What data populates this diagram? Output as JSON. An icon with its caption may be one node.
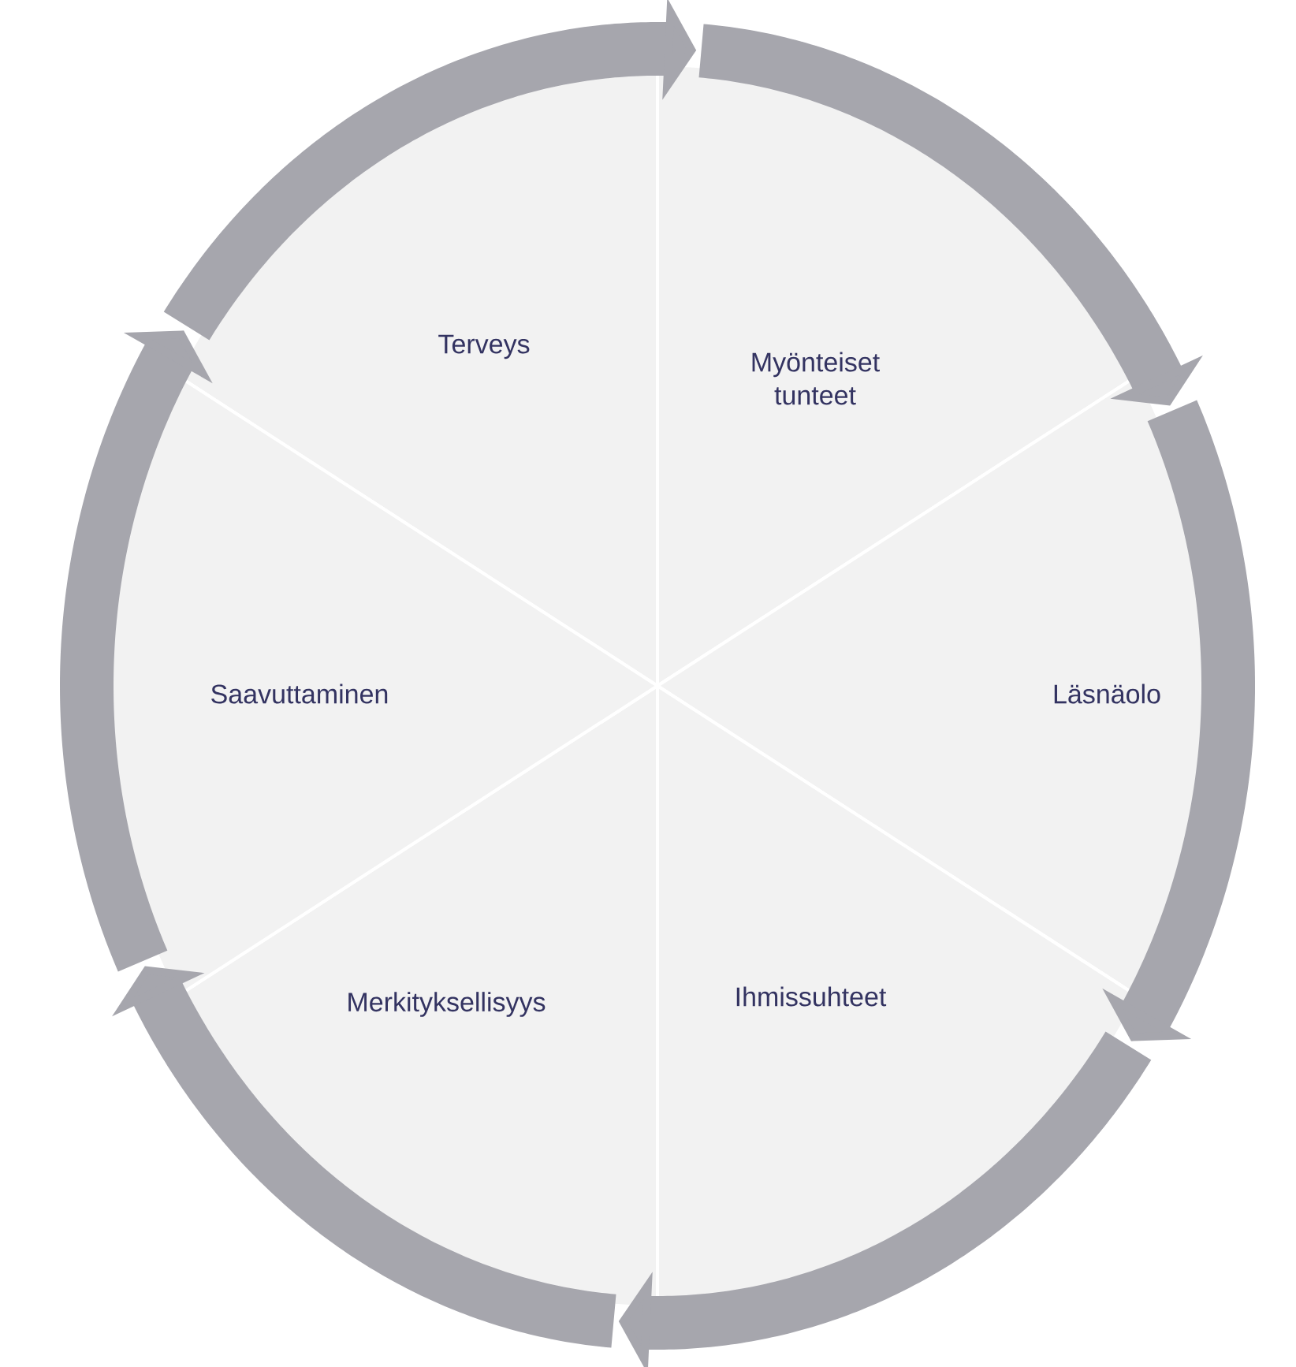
{
  "diagram": {
    "nodes": [
      {
        "text": [
          "Terveys"
        ]
      },
      {
        "text": [
          "Myönteiset tunteet"
        ]
      },
      {
        "text": [
          "Läsnäolo"
        ]
      },
      {
        "text": [
          "Ihmissuhteet"
        ]
      },
      {
        "text": [
          "Merkityksellisyys"
        ]
      },
      {
        "text": [
          "Saavuttaminen"
        ]
      }
    ],
    "edges": [
      {
        "from": 0,
        "to": 1,
        "arrow": "to"
      },
      {
        "from": 1,
        "to": 2,
        "arrow": "to"
      },
      {
        "from": 2,
        "to": 3,
        "arrow": "to"
      },
      {
        "from": 3,
        "to": 4,
        "arrow": "to"
      },
      {
        "from": 4,
        "to": 5,
        "arrow": "to"
      },
      {
        "from": 5,
        "to": 0,
        "arrow": "to"
      }
    ]
  }
}
